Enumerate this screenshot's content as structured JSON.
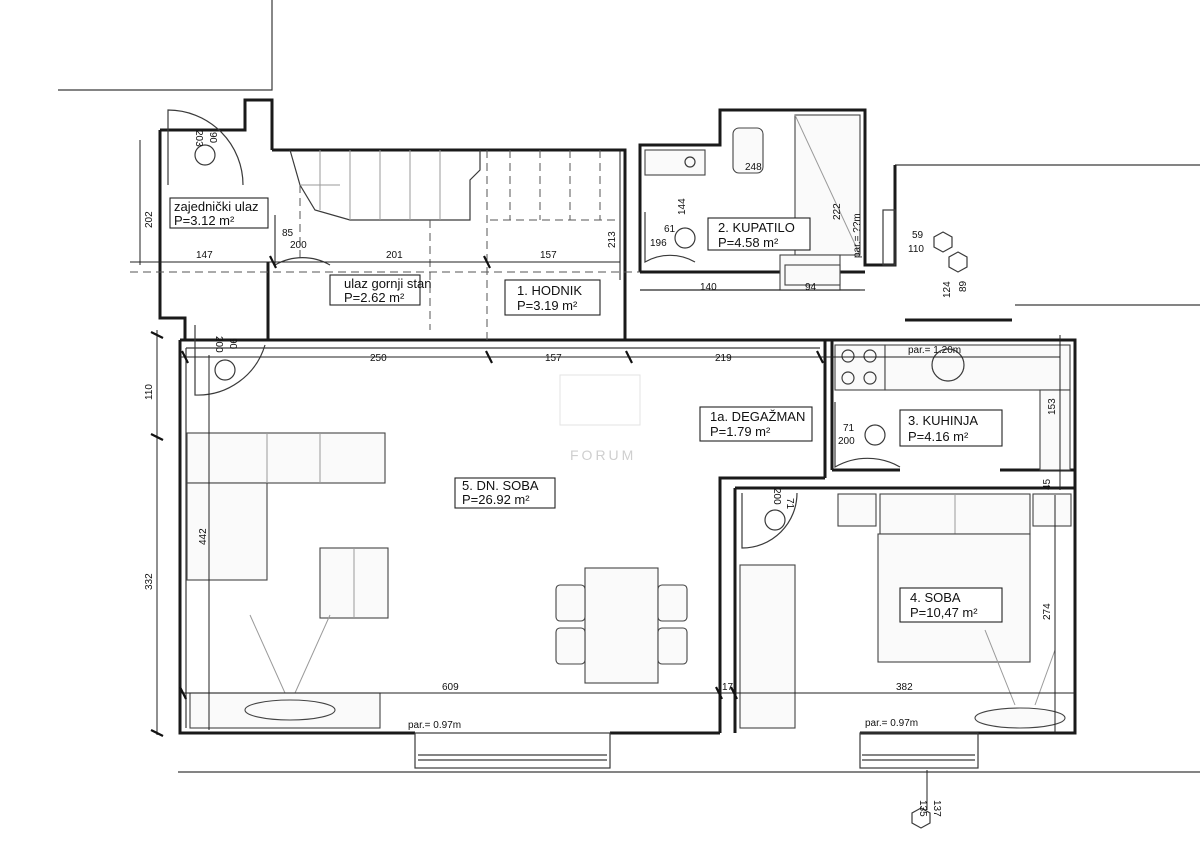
{
  "rooms": [
    {
      "id": "zajednicki",
      "name": "zajednički ulaz",
      "area": "P=3.12  m²"
    },
    {
      "id": "gornji",
      "name": "ulaz gornji stan",
      "area": "P=2.62  m²"
    },
    {
      "id": "hodnik",
      "name": "1. HODNIK",
      "area": "P=3.19  m²"
    },
    {
      "id": "kupatilo",
      "name": "2. KUPATILO",
      "area": "P=4.58  m²"
    },
    {
      "id": "degazman",
      "name": "1a. DEGAŽMAN",
      "area": "P=1.79  m²"
    },
    {
      "id": "kuhinja",
      "name": "3. KUHINJA",
      "area": "P=4.16  m²"
    },
    {
      "id": "dnsoba",
      "name": "5. DN. SOBA",
      "area": "P=26.92 m²"
    },
    {
      "id": "soba",
      "name": "4. SOBA",
      "area": "P=10,47 m²"
    }
  ],
  "dimensions": {
    "d147": "147",
    "d201": "201",
    "d157a": "157",
    "d213": "213",
    "d202": "202",
    "d140": "140",
    "d94": "94",
    "d250": "250",
    "d157b": "157",
    "d219": "219",
    "d110": "110",
    "d332": "332",
    "d442": "442",
    "d609": "609",
    "d17": "17",
    "d382": "382",
    "d274": "274",
    "d153": "153",
    "d248": "248",
    "d222": "222",
    "d45": "45"
  },
  "doors": {
    "z_w": "90",
    "z_h": "203",
    "g_w": "85",
    "g_h": "200",
    "k_w": "61",
    "k_h": "196",
    "ks_w": "144",
    "d_w": "90",
    "d_h": "200",
    "dg_w": "71",
    "dg_h": "200",
    "s_w": "71",
    "s_h": "200",
    "win_w": "59",
    "win_h": "110",
    "ext_w": "124",
    "ext_h": "89",
    "bot_w": "137",
    "bot_h": "135"
  },
  "notes": {
    "par_kupatilo": "par.= ??m",
    "par_kuhinja": "par.= 1.20m",
    "par_dn": "par.= 0.97m",
    "par_soba": "par.= 0.97m"
  },
  "watermark": "FORUM"
}
